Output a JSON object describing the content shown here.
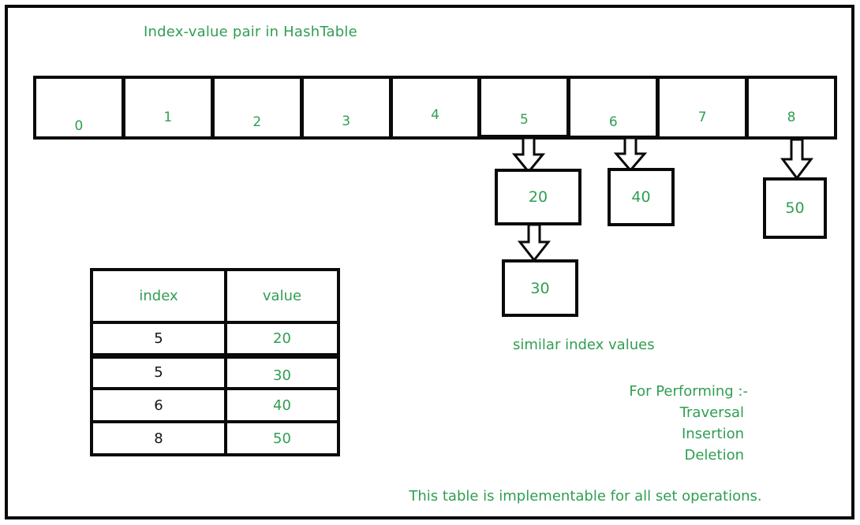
{
  "colors": {
    "accent_green": "#2f9e52",
    "line_black": "#0a0a0a",
    "background": "#ffffff"
  },
  "title": "Index-value pair in HashTable",
  "array": {
    "cells": [
      "0",
      "1",
      "2",
      "3",
      "4",
      "5",
      "6",
      "7",
      "8"
    ]
  },
  "chain_boxes": {
    "box20": "20",
    "box40": "40",
    "box50": "50",
    "box30": "30"
  },
  "arrows": [
    {
      "name": "arrow-cell5-to-box20",
      "from": "array cell 5",
      "to": "box 20"
    },
    {
      "name": "arrow-cell6-to-box40",
      "from": "array cell 6",
      "to": "box 40"
    },
    {
      "name": "arrow-cell8-to-box50",
      "from": "array cell 8",
      "to": "box 50"
    },
    {
      "name": "arrow-box20-to-box30",
      "from": "box 20",
      "to": "box 30"
    }
  ],
  "table": {
    "headers": {
      "index": "index",
      "value": "value"
    },
    "rows": [
      {
        "index": "5",
        "value": "20"
      },
      {
        "index": "5",
        "value": "30"
      },
      {
        "index": "6",
        "value": "40"
      },
      {
        "index": "8",
        "value": "50"
      }
    ]
  },
  "annotations": {
    "similar": "similar index values",
    "for_performing": "For Performing  :-",
    "operations": [
      "Traversal",
      "Insertion",
      "Deletion"
    ],
    "footer": "This table is implementable for all set operations."
  }
}
